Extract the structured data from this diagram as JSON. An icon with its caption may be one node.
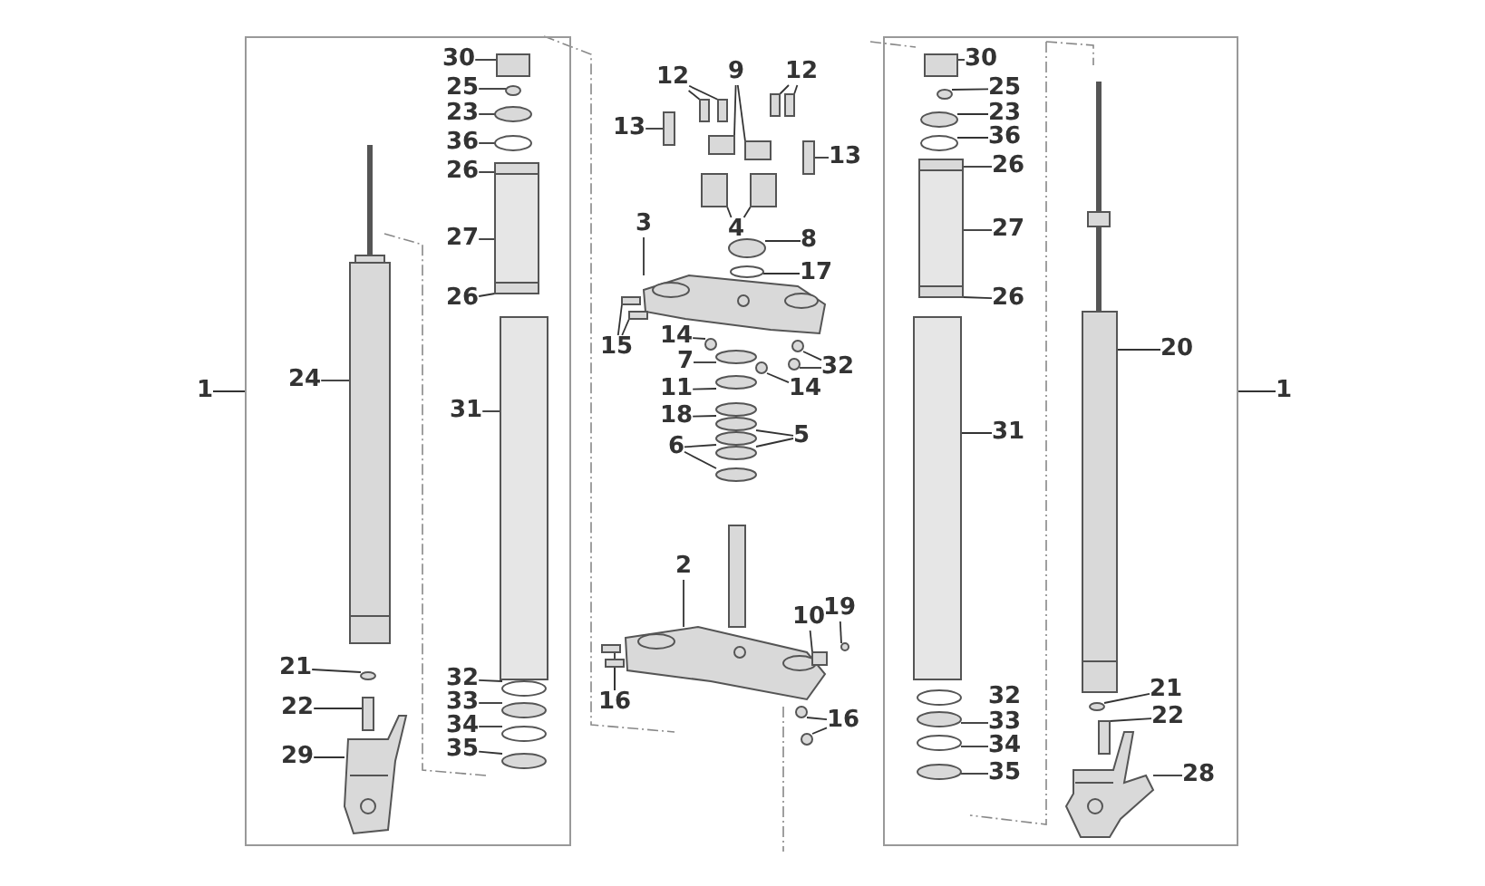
{
  "diagram": {
    "nodes": [
      {
        "text": [],
        "shape": "box"
      },
      {
        "text": [
          "1"
        ]
      },
      {
        "text": [
          "30"
        ],
        "in": 0
      },
      {
        "text": [],
        "shape": "box",
        "in": 0
      },
      {
        "text": [
          "25"
        ],
        "in": 0
      },
      {
        "text": [],
        "shape": "circle",
        "in": 0
      },
      {
        "text": [
          "23"
        ],
        "in": 0
      },
      {
        "text": [],
        "shape": "circle",
        "in": 0
      },
      {
        "text": [
          "36"
        ],
        "in": 0
      },
      {
        "text": [],
        "shape": "circle",
        "in": 0
      },
      {
        "text": [
          "26"
        ],
        "in": 0
      },
      {
        "text": [],
        "shape": "box",
        "in": 0
      },
      {
        "text": [
          "27"
        ],
        "in": 0
      },
      {
        "text": [],
        "shape": "box",
        "in": 0
      },
      {
        "text": [
          "26"
        ],
        "in": 0
      },
      {
        "text": [],
        "shape": "box",
        "in": 0
      },
      {
        "text": [
          "24"
        ],
        "in": 0
      },
      {
        "text": [],
        "shape": "picture",
        "in": 0
      },
      {
        "text": [
          "31"
        ],
        "in": 0
      },
      {
        "text": [],
        "shape": "box",
        "in": 0
      },
      {
        "text": [
          "21"
        ],
        "in": 0
      },
      {
        "text": [],
        "shape": "circle",
        "in": 0
      },
      {
        "text": [
          "22"
        ],
        "in": 0
      },
      {
        "text": [],
        "shape": "box",
        "in": 0
      },
      {
        "text": [
          "29"
        ],
        "in": 0
      },
      {
        "text": [],
        "shape": "picture",
        "in": 0
      },
      {
        "text": [
          "32"
        ],
        "in": 0
      },
      {
        "text": [],
        "shape": "circle",
        "in": 0
      },
      {
        "text": [
          "33"
        ],
        "in": 0
      },
      {
        "text": [],
        "shape": "circle",
        "in": 0
      },
      {
        "text": [
          "34"
        ],
        "in": 0
      },
      {
        "text": [],
        "shape": "circle",
        "in": 0
      },
      {
        "text": [
          "35"
        ],
        "in": 0
      },
      {
        "text": [],
        "shape": "circle",
        "in": 0
      },
      {
        "text": [
          "12"
        ]
      },
      {
        "text": [],
        "shape": "box"
      },
      {
        "text": [],
        "shape": "box"
      },
      {
        "text": [
          "9"
        ]
      },
      {
        "text": [],
        "shape": "box"
      },
      {
        "text": [],
        "shape": "box"
      },
      {
        "text": [
          "12"
        ]
      },
      {
        "text": [],
        "shape": "box"
      },
      {
        "text": [],
        "shape": "box"
      },
      {
        "text": [
          "13"
        ]
      },
      {
        "text": [],
        "shape": "box"
      },
      {
        "text": [
          "13"
        ]
      },
      {
        "text": [],
        "shape": "box"
      },
      {
        "text": [
          "3"
        ]
      },
      {
        "text": [],
        "shape": "picture"
      },
      {
        "text": [
          "4"
        ]
      },
      {
        "text": [],
        "shape": "box"
      },
      {
        "text": [],
        "shape": "box"
      },
      {
        "text": [
          "8"
        ]
      },
      {
        "text": [],
        "shape": "circle"
      },
      {
        "text": [
          "17"
        ]
      },
      {
        "text": [],
        "shape": "circle"
      },
      {
        "text": [
          "15"
        ]
      },
      {
        "text": [],
        "shape": "box"
      },
      {
        "text": [],
        "shape": "box"
      },
      {
        "text": [
          "14"
        ]
      },
      {
        "text": [],
        "shape": "circle"
      },
      {
        "text": [
          "7"
        ]
      },
      {
        "text": [],
        "shape": "circle"
      },
      {
        "text": [
          "14"
        ]
      },
      {
        "text": [],
        "shape": "circle"
      },
      {
        "text": [
          "32"
        ]
      },
      {
        "text": [],
        "shape": "circle"
      },
      {
        "text": [],
        "shape": "circle"
      },
      {
        "text": [
          "11"
        ]
      },
      {
        "text": [],
        "shape": "circle"
      },
      {
        "text": [
          "18"
        ]
      },
      {
        "text": [],
        "shape": "circle"
      },
      {
        "text": [
          "5"
        ]
      },
      {
        "text": [],
        "shape": "circle"
      },
      {
        "text": [],
        "shape": "circle"
      },
      {
        "text": [
          "6"
        ]
      },
      {
        "text": [],
        "shape": "circle"
      },
      {
        "text": [],
        "shape": "circle"
      },
      {
        "text": [
          "2"
        ]
      },
      {
        "text": [],
        "shape": "picture"
      },
      {
        "text": [
          "10"
        ]
      },
      {
        "text": [],
        "shape": "box"
      },
      {
        "text": [
          "19"
        ]
      },
      {
        "text": [],
        "shape": "circle"
      },
      {
        "text": [
          "16"
        ]
      },
      {
        "text": [],
        "shape": "box"
      },
      {
        "text": [],
        "shape": "box"
      },
      {
        "text": [
          "16"
        ]
      },
      {
        "text": [],
        "shape": "circle"
      },
      {
        "text": [],
        "shape": "circle"
      },
      {
        "text": [],
        "shape": "box"
      },
      {
        "text": [
          "30"
        ],
        "in": 90
      },
      {
        "text": [],
        "shape": "box",
        "in": 90
      },
      {
        "text": [
          "25"
        ],
        "in": 90
      },
      {
        "text": [],
        "shape": "circle",
        "in": 90
      },
      {
        "text": [
          "23"
        ],
        "in": 90
      },
      {
        "text": [],
        "shape": "circle",
        "in": 90
      },
      {
        "text": [
          "36"
        ],
        "in": 90
      },
      {
        "text": [],
        "shape": "circle",
        "in": 90
      },
      {
        "text": [
          "26"
        ],
        "in": 90
      },
      {
        "text": [],
        "shape": "box",
        "in": 90
      },
      {
        "text": [
          "27"
        ],
        "in": 90
      },
      {
        "text": [],
        "shape": "box",
        "in": 90
      },
      {
        "text": [
          "26"
        ],
        "in": 90
      },
      {
        "text": [],
        "shape": "box",
        "in": 90
      },
      {
        "text": [
          "20"
        ],
        "in": 90
      },
      {
        "text": [],
        "shape": "picture",
        "in": 90
      },
      {
        "text": [
          "31"
        ],
        "in": 90
      },
      {
        "text": [],
        "shape": "box",
        "in": 90
      },
      {
        "text": [
          "21"
        ],
        "in": 90
      },
      {
        "text": [],
        "shape": "circle",
        "in": 90
      },
      {
        "text": [
          "22"
        ],
        "in": 90
      },
      {
        "text": [],
        "shape": "box",
        "in": 90
      },
      {
        "text": [
          "32"
        ],
        "in": 90
      },
      {
        "text": [
          "33"
        ],
        "in": 90
      },
      {
        "text": [],
        "shape": "circle",
        "in": 90
      },
      {
        "text": [
          "34"
        ],
        "in": 90
      },
      {
        "text": [],
        "shape": "circle",
        "in": 90
      },
      {
        "text": [
          "35"
        ],
        "in": 90
      },
      {
        "text": [],
        "shape": "circle",
        "in": 90
      },
      {
        "text": [
          "28"
        ],
        "in": 90
      },
      {
        "text": [],
        "shape": "picture",
        "in": 90
      },
      {
        "text": [
          "1"
        ]
      }
    ],
    "edges": [
      {
        "from": 1,
        "to": 0,
        "arrow": "none"
      },
      {
        "from": 2,
        "to": 3,
        "arrow": "none"
      },
      {
        "from": 4,
        "to": 5,
        "arrow": "none"
      },
      {
        "from": 6,
        "to": 7,
        "arrow": "none"
      },
      {
        "from": 8,
        "to": 9,
        "arrow": "none"
      },
      {
        "from": 10,
        "to": 11,
        "arrow": "none"
      },
      {
        "from": 12,
        "to": 13,
        "arrow": "none"
      },
      {
        "from": 14,
        "to": 15,
        "arrow": "none"
      },
      {
        "from": 16,
        "to": 17,
        "arrow": "none"
      },
      {
        "from": 18,
        "to": 19,
        "arrow": "none"
      },
      {
        "from": 20,
        "to": 21,
        "arrow": "none"
      },
      {
        "from": 22,
        "to": 23,
        "arrow": "none"
      },
      {
        "from": 24,
        "to": 25,
        "arrow": "none"
      },
      {
        "from": 26,
        "to": 27,
        "arrow": "none"
      },
      {
        "from": 28,
        "to": 29,
        "arrow": "none"
      },
      {
        "from": 30,
        "to": 31,
        "arrow": "none"
      },
      {
        "from": 32,
        "to": 33,
        "arrow": "none"
      },
      {
        "from": 34,
        "to": 35,
        "arrow": "none"
      },
      {
        "from": 34,
        "to": 36,
        "arrow": "none"
      },
      {
        "from": 37,
        "to": 38,
        "arrow": "none"
      },
      {
        "from": 37,
        "to": 39,
        "arrow": "none"
      },
      {
        "from": 40,
        "to": 41,
        "arrow": "none"
      },
      {
        "from": 40,
        "to": 42,
        "arrow": "none"
      },
      {
        "from": 43,
        "to": 44,
        "arrow": "none"
      },
      {
        "from": 45,
        "to": 46,
        "arrow": "none"
      },
      {
        "from": 47,
        "to": 48,
        "arrow": "none"
      },
      {
        "from": 49,
        "to": 50,
        "arrow": "none"
      },
      {
        "from": 49,
        "to": 51,
        "arrow": "none"
      },
      {
        "from": 52,
        "to": 53,
        "arrow": "none"
      },
      {
        "from": 54,
        "to": 55,
        "arrow": "none"
      },
      {
        "from": 56,
        "to": 57,
        "arrow": "none"
      },
      {
        "from": 56,
        "to": 58,
        "arrow": "none"
      },
      {
        "from": 59,
        "to": 60,
        "arrow": "none"
      },
      {
        "from": 61,
        "to": 62,
        "arrow": "none"
      },
      {
        "from": 63,
        "to": 64,
        "arrow": "none"
      },
      {
        "from": 65,
        "to": 66,
        "arrow": "none"
      },
      {
        "from": 65,
        "to": 67,
        "arrow": "none"
      },
      {
        "from": 68,
        "to": 69,
        "arrow": "none"
      },
      {
        "from": 70,
        "to": 71,
        "arrow": "none"
      },
      {
        "from": 72,
        "to": 73,
        "arrow": "none"
      },
      {
        "from": 72,
        "to": 74,
        "arrow": "none"
      },
      {
        "from": 75,
        "to": 76,
        "arrow": "none"
      },
      {
        "from": 75,
        "to": 77,
        "arrow": "none"
      },
      {
        "from": 78,
        "to": 79,
        "arrow": "none"
      },
      {
        "from": 80,
        "to": 81,
        "arrow": "none"
      },
      {
        "from": 82,
        "to": 83,
        "arrow": "none"
      },
      {
        "from": 84,
        "to": 85,
        "arrow": "none"
      },
      {
        "from": 84,
        "to": 86,
        "arrow": "none"
      },
      {
        "from": 87,
        "to": 88,
        "arrow": "none"
      },
      {
        "from": 87,
        "to": 89,
        "arrow": "none"
      },
      {
        "from": 91,
        "to": 92,
        "arrow": "none"
      },
      {
        "from": 93,
        "to": 94,
        "arrow": "none"
      },
      {
        "from": 95,
        "to": 96,
        "arrow": "none"
      },
      {
        "from": 97,
        "to": 98,
        "arrow": "none"
      },
      {
        "from": 99,
        "to": 100,
        "arrow": "none"
      },
      {
        "from": 101,
        "to": 102,
        "arrow": "none"
      },
      {
        "from": 103,
        "to": 104,
        "arrow": "none"
      },
      {
        "from": 105,
        "to": 106,
        "arrow": "none"
      },
      {
        "from": 107,
        "to": 108,
        "arrow": "none"
      },
      {
        "from": 109,
        "to": 110,
        "arrow": "none"
      },
      {
        "from": 111,
        "to": 112,
        "arrow": "none"
      },
      {
        "from": 114,
        "to": 115,
        "arrow": "none"
      },
      {
        "from": 116,
        "to": 117,
        "arrow": "none"
      },
      {
        "from": 118,
        "to": 119,
        "arrow": "none"
      },
      {
        "from": 120,
        "to": 121,
        "arrow": "none"
      },
      {
        "from": 122,
        "to": 90,
        "arrow": "none"
      }
    ]
  }
}
